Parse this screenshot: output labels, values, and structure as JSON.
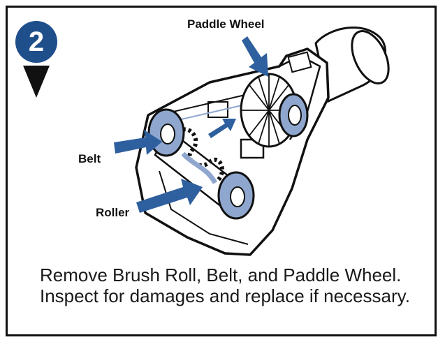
{
  "step": {
    "number": "2"
  },
  "labels": {
    "paddle_wheel": "Paddle Wheel",
    "belt": "Belt",
    "roller": "Roller"
  },
  "instructions": {
    "text": "Remove Brush Roll, Belt, and Paddle Wheel. Inspect for damages and replace if necessary."
  },
  "colors": {
    "badge": "#1f4f8b",
    "arrows": "#2e5f9e",
    "part_fill": "#8fa7cf",
    "outline": "#111111"
  }
}
